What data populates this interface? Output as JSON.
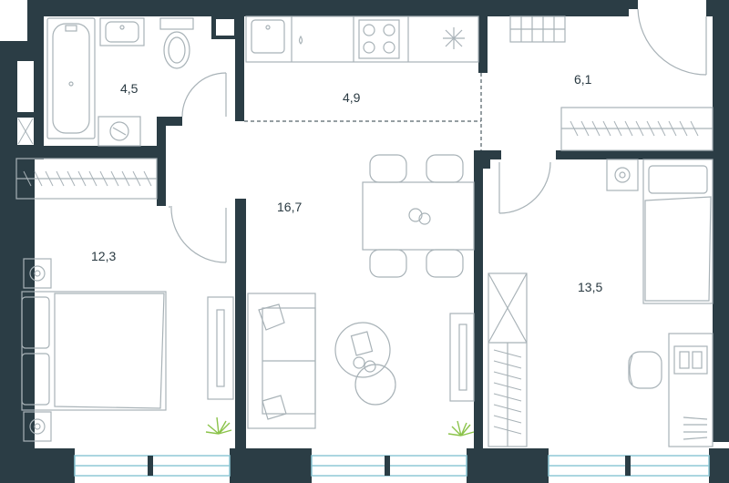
{
  "colors": {
    "wall": "#2b3d45",
    "line": "#a8b2b7",
    "window": "#8fc9d6",
    "plant": "#8bc34a"
  },
  "rooms": [
    {
      "id": "bathroom",
      "area": "4,5"
    },
    {
      "id": "kitchen",
      "area": "4,9"
    },
    {
      "id": "hall",
      "area": "6,1"
    },
    {
      "id": "living",
      "area": "16,7"
    },
    {
      "id": "bedroom-left",
      "area": "12,3"
    },
    {
      "id": "bedroom-right",
      "area": "13,5"
    }
  ]
}
